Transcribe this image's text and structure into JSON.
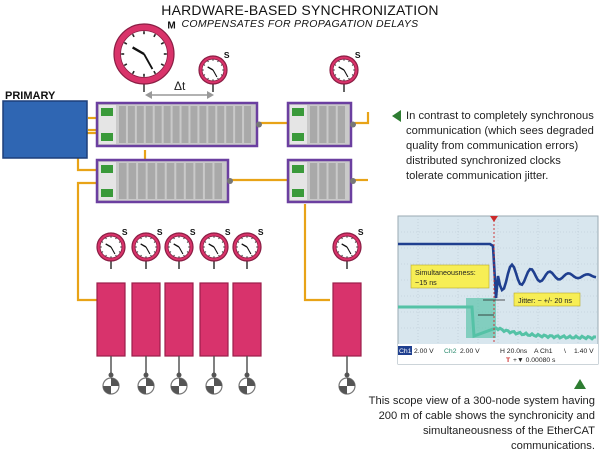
{
  "title": "HARDWARE-BASED SYNCHRONIZATION",
  "subtitle": "COMPENSATES FOR PROPAGATION DELAYS",
  "primary_label": "PRIMARY",
  "master_clock_label": "M",
  "slave_clock_label": "S",
  "delta_t_label": "Δt",
  "callout_top": "In contrast to completely synchronous communication (which sees degraded quality from communication errors) distributed synchronized clocks tolerate communication jitter.",
  "callout_bottom": "This scope view of a 300-node system having 200 m of cable shows the synchronicity and simultaneousness of the EtherCAT communications.",
  "scope": {
    "simultaneousness_label": "Simultaneousness:",
    "simultaneousness_value": "~15 ns",
    "jitter_label": "Jitter: ~ +/- 20 ns",
    "status": {
      "ch1": "Ch1",
      "ch1_volts": "2.00 V",
      "ch2": "Ch2",
      "ch2_volts": "2.00 V",
      "timebase": "H 20.0ns",
      "a_ch1": "A  Ch1",
      "slope": "\\",
      "trig_level": "1.40 V",
      "trig_marker": "T",
      "offset": "+▼ 0.00080 s"
    }
  },
  "colors": {
    "clock_fill": "#d9336a",
    "clock_face": "#ffffff",
    "module_pink": "#d8336c",
    "coupler_border": "#6b3fa0",
    "coupler_body": "#c9c9c9",
    "line_orange": "#e8a317",
    "primary_blue": "#2f66b3",
    "scope_bg": "#d8e6ee",
    "trace_blue": "#1f3f8f",
    "trace_teal": "#55c2a6",
    "note_yellow": "#f7ee55",
    "triangle_green": "#2e7d32"
  },
  "icons": [
    "analog-clock-icon",
    "drive-wheel-icon",
    "network-port-icon",
    "callout-triangle-icon",
    "oscilloscope-screen"
  ]
}
